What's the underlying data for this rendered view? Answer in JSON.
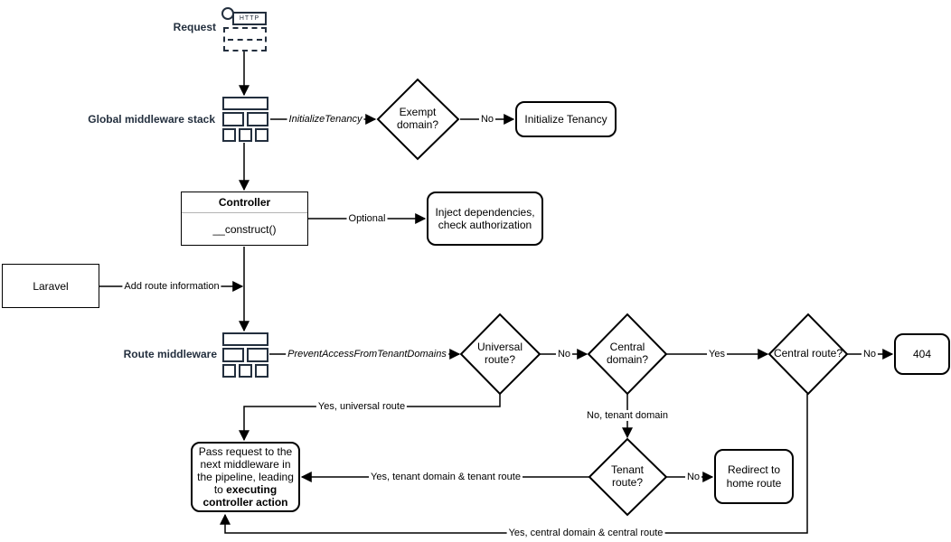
{
  "colors": {
    "navy": "#232F3E",
    "line": "#000000"
  },
  "nodes": {
    "request": {
      "label": "Request",
      "http": "HTTP"
    },
    "global_middleware_stack": {
      "label": "Global middleware stack"
    },
    "exempt_domain": {
      "label": "Exempt domain?"
    },
    "initialize_tenancy": {
      "label": "Initialize Tenancy"
    },
    "controller": {
      "title": "Controller",
      "member": "__construct()"
    },
    "inject_dependencies": {
      "label": "Inject dependencies, check authorization"
    },
    "laravel": {
      "label": "Laravel"
    },
    "route_middleware": {
      "label": "Route middleware"
    },
    "universal_route": {
      "label": "Universal route?"
    },
    "central_domain": {
      "label": "Central domain?"
    },
    "central_route": {
      "label": "Central route?"
    },
    "error_404": {
      "label": "404"
    },
    "tenant_route": {
      "label": "Tenant route?"
    },
    "redirect_home": {
      "label": "Redirect to home route"
    },
    "pass_request": {
      "text": "Pass request to the next middleware in the pipeline, leading to ",
      "bold": "executing controller action"
    }
  },
  "edge_labels": {
    "initialize_tenancy_mw": "InitializeTenancy",
    "exempt_no": "No",
    "optional": "Optional",
    "add_route_information": "Add route information",
    "prevent_access_mw": "PreventAccessFromTenantDomains",
    "universal_no": "No",
    "central_domain_yes": "Yes",
    "central_route_no": "No",
    "universal_yes": "Yes, universal route",
    "tenant_domain_no": "No, tenant domain",
    "tenant_yes": "Yes, tenant domain & tenant route",
    "tenant_no": "No",
    "central_route_yes": "Yes, central domain & central route"
  }
}
